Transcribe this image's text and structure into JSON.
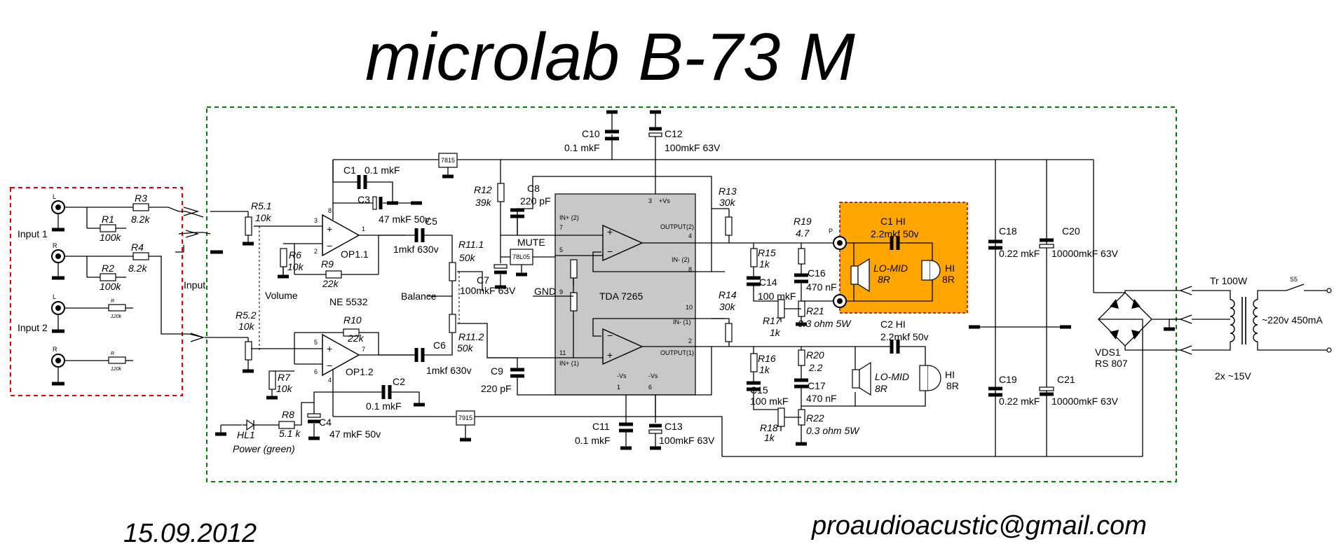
{
  "title": "microlab B-73 M",
  "footer": {
    "date": "15.09.2012",
    "email": "proaudioacustic@gmail.com"
  },
  "colors": {
    "ic_fill": "#c8c8c8",
    "speaker_box_fill": "#ffa500",
    "input_border": "#e00000",
    "board_border": "#008000"
  },
  "input": {
    "group_label": "Input",
    "input1": "Input 1",
    "input2": "Input 2",
    "jack_l": "L",
    "jack_r": "R",
    "r1": "R1",
    "r1v": "100k",
    "r2": "R2",
    "r2v": "100k",
    "r3": "R3",
    "r3v": "8.2k",
    "r4": "R4",
    "r4v": "8.2k",
    "r_small": "R",
    "r_small_v": "120k"
  },
  "controls": {
    "volume": "Volume",
    "balance": "Balance",
    "r51": "R5.1",
    "r51v": "10k",
    "r52": "R5.2",
    "r52v": "10k",
    "r111": "R11.1",
    "r111v": "50k",
    "r112": "R11.2",
    "r112v": "50k"
  },
  "preamp": {
    "ic": "NE 5532",
    "op11": "OP1.1",
    "op12": "OP1.2",
    "c1": "C1",
    "c1v": "0.1 mkF",
    "c3": "C3",
    "c3v": "47 mkF 50v",
    "r6": "R6",
    "r6v": "10k",
    "r9": "R9",
    "r9v": "22k",
    "r7": "R7",
    "r7v": "10k",
    "r10": "R10",
    "r10v": "22k",
    "c2": "C2",
    "c2v": "0.1 mkF",
    "c4": "C4",
    "c4v": "47 mkF 50v",
    "c5": "C5",
    "c5v": "1mkf 630v",
    "c6": "C6",
    "c6v": "1mkf 630v",
    "pin8": "8",
    "pin3": "3",
    "pin2": "2",
    "pin1": "1",
    "pin5": "5",
    "pin6": "6",
    "pin4": "4",
    "pin7": "7"
  },
  "led": {
    "name": "HL1",
    "desc": "Power (green)",
    "r8": "R8",
    "r8v": "5.1 k"
  },
  "regulators": {
    "pos": "7815",
    "neg": "7915",
    "mute_reg": "78L05",
    "mute": "MUTE"
  },
  "amp": {
    "ic": "TDA 7265",
    "in_plus2": "IN+ (2)",
    "in_plus1": "IN+ (1)",
    "gnd": "GND",
    "vs_plus": "+Vs",
    "vs_minus": "-Vs",
    "vs_minus2": "-Vs",
    "out2": "OUTPUT(2)",
    "out1": "OUTPUT(1)",
    "in_minus2": "IN- (2)",
    "in_minus1": "IN- (1)",
    "p3": "3",
    "p7": "7",
    "p5": "5",
    "p9": "9",
    "p11": "11",
    "p4": "4",
    "p8": "8",
    "p10": "10",
    "p2": "2",
    "p1": "1",
    "p6": "6",
    "c7": "C7",
    "c7v": "100mkF 63V",
    "c8": "C8",
    "c8v": "220 pF",
    "c9": "C9",
    "c9v": "220 pF",
    "r12": "R12",
    "r12v": "39k",
    "c10": "C10",
    "c10v": "0.1 mkF",
    "c12": "C12",
    "c12v": "100mkF 63V",
    "c11": "C11",
    "c11v": "0.1 mkF",
    "c13": "C13",
    "c13v": "100mkF 63V",
    "r13": "R13",
    "r13v": "30k",
    "r14": "R14",
    "r14v": "30k"
  },
  "outputs": {
    "r15": "R15",
    "r15v": "1k",
    "r16": "R16",
    "r16v": "1k",
    "r17": "R17",
    "r17v": "1k",
    "r18": "R18",
    "r18v": "1k",
    "r19": "R19",
    "r19v": "4.7",
    "r20": "R20",
    "r20v": "2.2",
    "r21": "R21",
    "r21v": "0.3 ohm 5W",
    "r22": "R22",
    "r22v": "0.3 ohm 5W",
    "c14": "C14",
    "c14v": "100 mkF",
    "c15": "C15",
    "c15v": "100 mkF",
    "c16": "C16",
    "c16v": "470 nF",
    "c17": "C17",
    "c17v": "470 nF",
    "c1hi": "C1 HI",
    "c1hiv": "2.2mkf 50v",
    "c2hi": "C2 HI",
    "c2hiv": "2.2mkf 50v",
    "lomid": "LO-MID",
    "lomid_r": "8R",
    "hi": "HI",
    "hi_r": "8R",
    "term_p": "P"
  },
  "psu": {
    "c18": "C18",
    "c18v": "0.22 mkF",
    "c19": "C19",
    "c19v": "0.22 mkF",
    "c20": "C20",
    "c20v": "10000mkF 63V",
    "c21": "C21",
    "c21v": "10000mkF 63V",
    "bridge": "VDS1",
    "bridge_v": "RS 807",
    "tr": "Tr 100W",
    "tr_out": "2x ~15V",
    "mains": "~220v 450mA",
    "switch": "S5"
  }
}
